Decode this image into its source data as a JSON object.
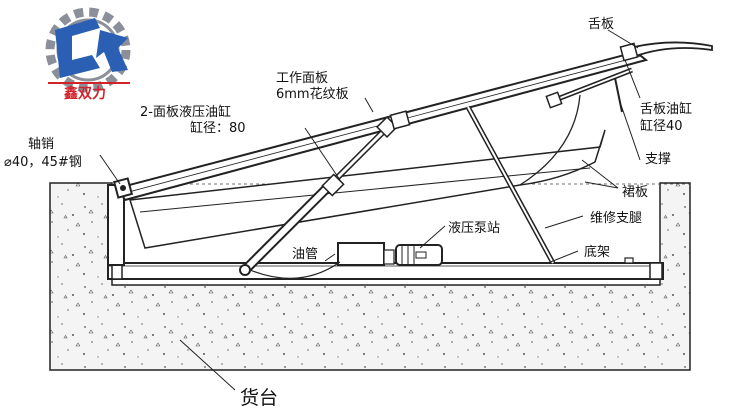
{
  "logo": {
    "brand_text": "鑫双力",
    "colors": {
      "blue": "#2b5fb4",
      "gray": "#8a8f99",
      "red": "#d2232a"
    }
  },
  "labels": {
    "lip_plate": "舌板",
    "work_surface_line1": "工作面板",
    "work_surface_line2": "6mm花纹板",
    "main_cylinder_line1": "2-面板液压油缸",
    "main_cylinder_line2": "缸径：80",
    "pivot_pin_line1": "轴销",
    "pivot_pin_line2": "⌀40，45#钢",
    "lip_cylinder_line1": "舌板油缸",
    "lip_cylinder_line2": "缸径40",
    "support": "支撑",
    "skirt_plate": "裙板",
    "maintenance_leg": "维修支腿",
    "hydraulic_station": "液压泵站",
    "oil_pipe": "油管",
    "base_frame": "底架",
    "platform": "货台"
  }
}
